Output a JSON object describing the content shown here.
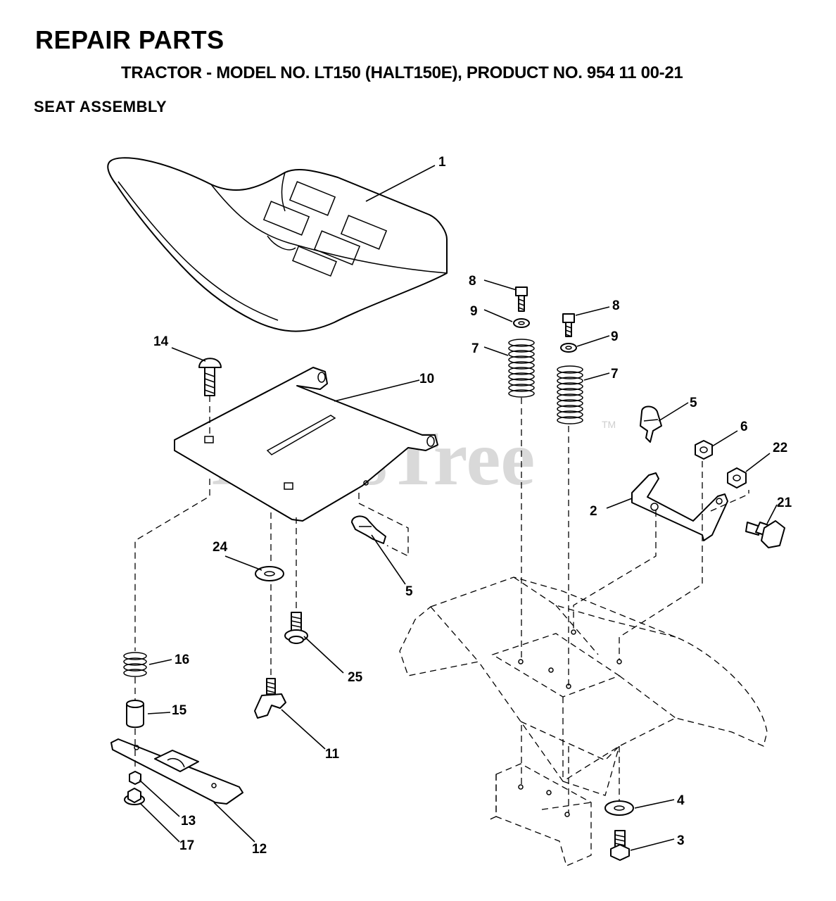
{
  "header": {
    "title": "REPAIR PARTS",
    "subtitle": "TRACTOR - MODEL NO. LT150 (HALT150E), PRODUCT NO. 954 11 00-21",
    "section": "SEAT  ASSEMBLY"
  },
  "watermark": {
    "text": "PartsTree",
    "trademark": "TM"
  },
  "callouts": {
    "c1": "1",
    "c2": "2",
    "c3": "3",
    "c4": "4",
    "c5a": "5",
    "c5b": "5",
    "c6": "6",
    "c7a": "7",
    "c7b": "7",
    "c8a": "8",
    "c8b": "8",
    "c9a": "9",
    "c9b": "9",
    "c10": "10",
    "c11": "11",
    "c12": "12",
    "c13": "13",
    "c14": "14",
    "c15": "15",
    "c16": "16",
    "c17": "17",
    "c21": "21",
    "c22": "22",
    "c24": "24",
    "c25": "25"
  }
}
